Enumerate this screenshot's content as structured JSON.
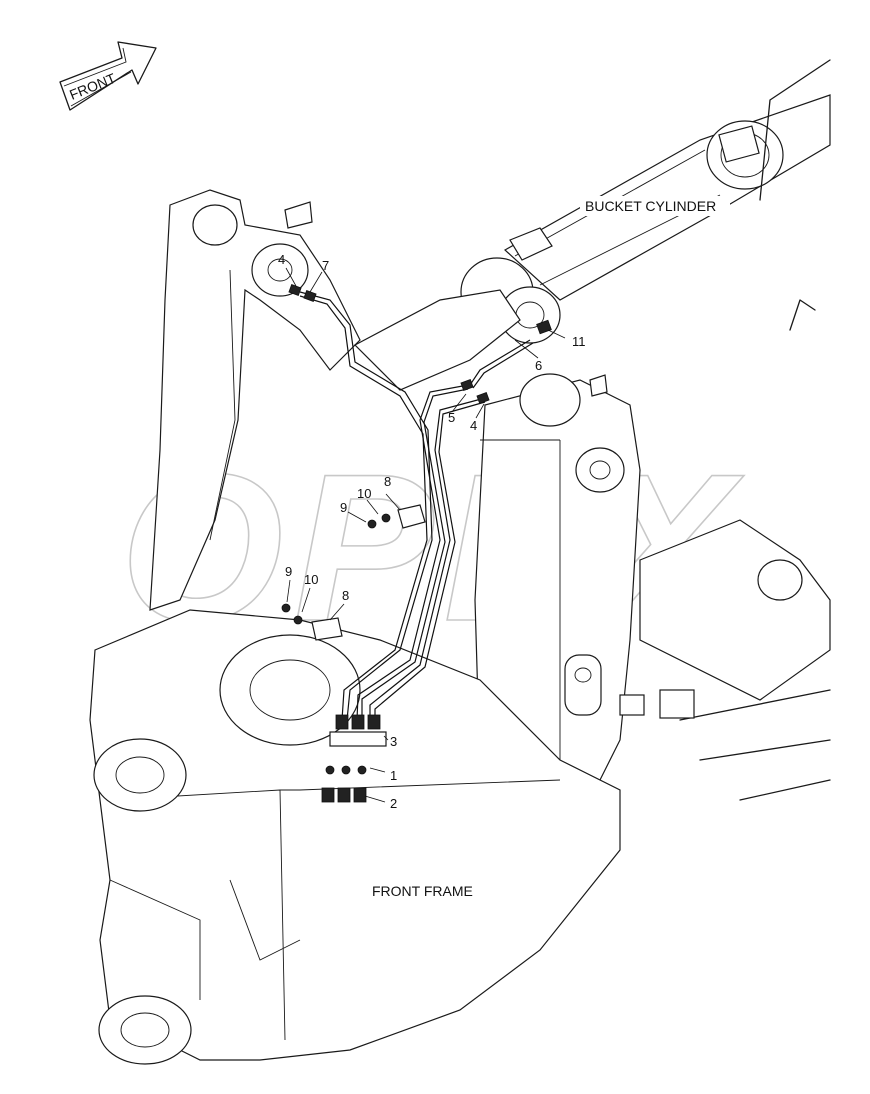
{
  "direction_label": "FRONT",
  "labels": {
    "bucket_cylinder": "BUCKET CYLINDER",
    "front_frame": "FRONT FRAME"
  },
  "watermark": "OPEX",
  "callouts": {
    "c1": "1",
    "c2": "2",
    "c3": "3",
    "c4a": "4",
    "c4b": "4",
    "c5": "5",
    "c6": "6",
    "c7": "7",
    "c8a": "8",
    "c8b": "8",
    "c9a": "9",
    "c9b": "9",
    "c10a": "10",
    "c10b": "10",
    "c11": "11"
  }
}
